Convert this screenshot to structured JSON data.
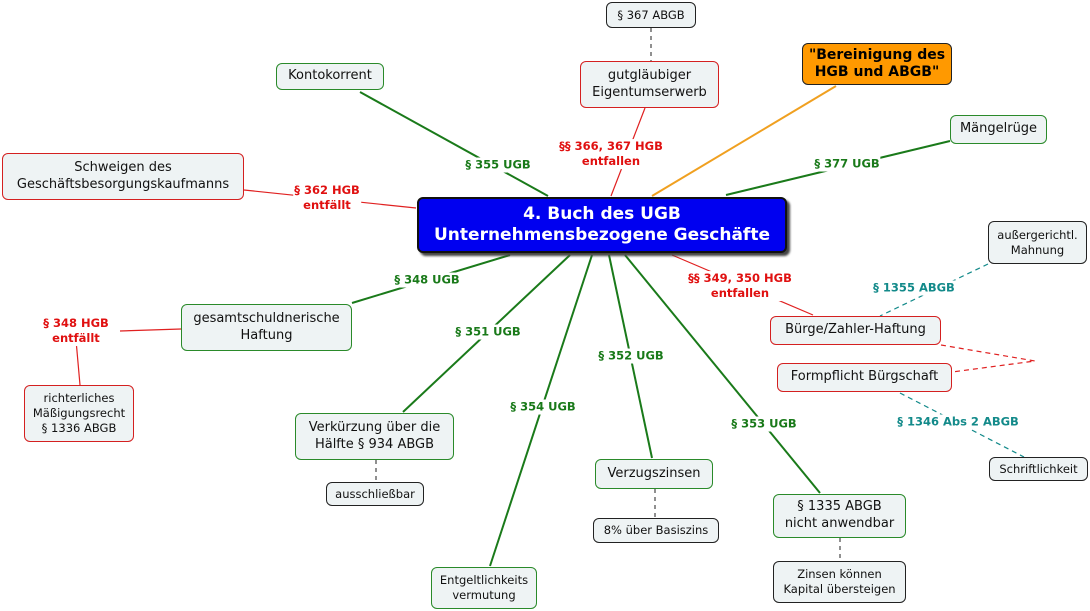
{
  "colors": {
    "green": "#1a7a1a",
    "red": "#e01010",
    "teal": "#138a8a",
    "center": "#0000f0",
    "orange": "#ff9900"
  },
  "center": "4. Buch des UGB\nUnternehmensbezogene Geschäfte",
  "nodes": {
    "abgb367": "§ 367 ABGB",
    "gutglaeubig": "gutgläubiger\nEigentumserwerb",
    "bereinigung": "\"Bereinigung des\nHGB und ABGB\"",
    "kontokorrent": "Kontokorrent",
    "maengelruege": "Mängelrüge",
    "schweigen": "Schweigen des\nGeschäftsbesorgungskaufmanns",
    "gesamt": "gesamtschuldnerische\nHaftung",
    "richterlich": "richterliches\nMäßigungsrecht\n§ 1336 ABGB",
    "verkuerzung": "Verkürzung über die\nHälfte § 934 ABGB",
    "ausschliessbar": "ausschließbar",
    "entgelt": "Entgeltlichkeits\nvermutung",
    "verzug": "Verzugszinsen",
    "basiszins": "8% über Basiszins",
    "p1335": "§ 1335 ABGB\nnicht anwendbar",
    "zinsen": "Zinsen können\nKapital übersteigen",
    "mahnung": "außergerichtl.\nMahnung",
    "buerge": "Bürge/Zahler-Haftung",
    "formpflicht": "Formpflicht Bürgschaft",
    "schrift": "Schriftlichkeit"
  },
  "labels": {
    "l355": "§ 355 UGB",
    "l366": "§§ 366, 367 HGB\nentfallen",
    "l377": "§ 377 UGB",
    "l362": "§ 362 HGB\nentfällt",
    "l348u": "§ 348 UGB",
    "l348h": "§ 348 HGB\nentfällt",
    "l351": "§ 351 UGB",
    "l352": "§ 352 UGB",
    "l354": "§ 354 UGB",
    "l353": "§ 353 UGB",
    "l349": "§§ 349, 350 HGB\nentfallen",
    "l1355": "§ 1355 ABGB",
    "l1346": "§ 1346 Abs 2 ABGB"
  }
}
